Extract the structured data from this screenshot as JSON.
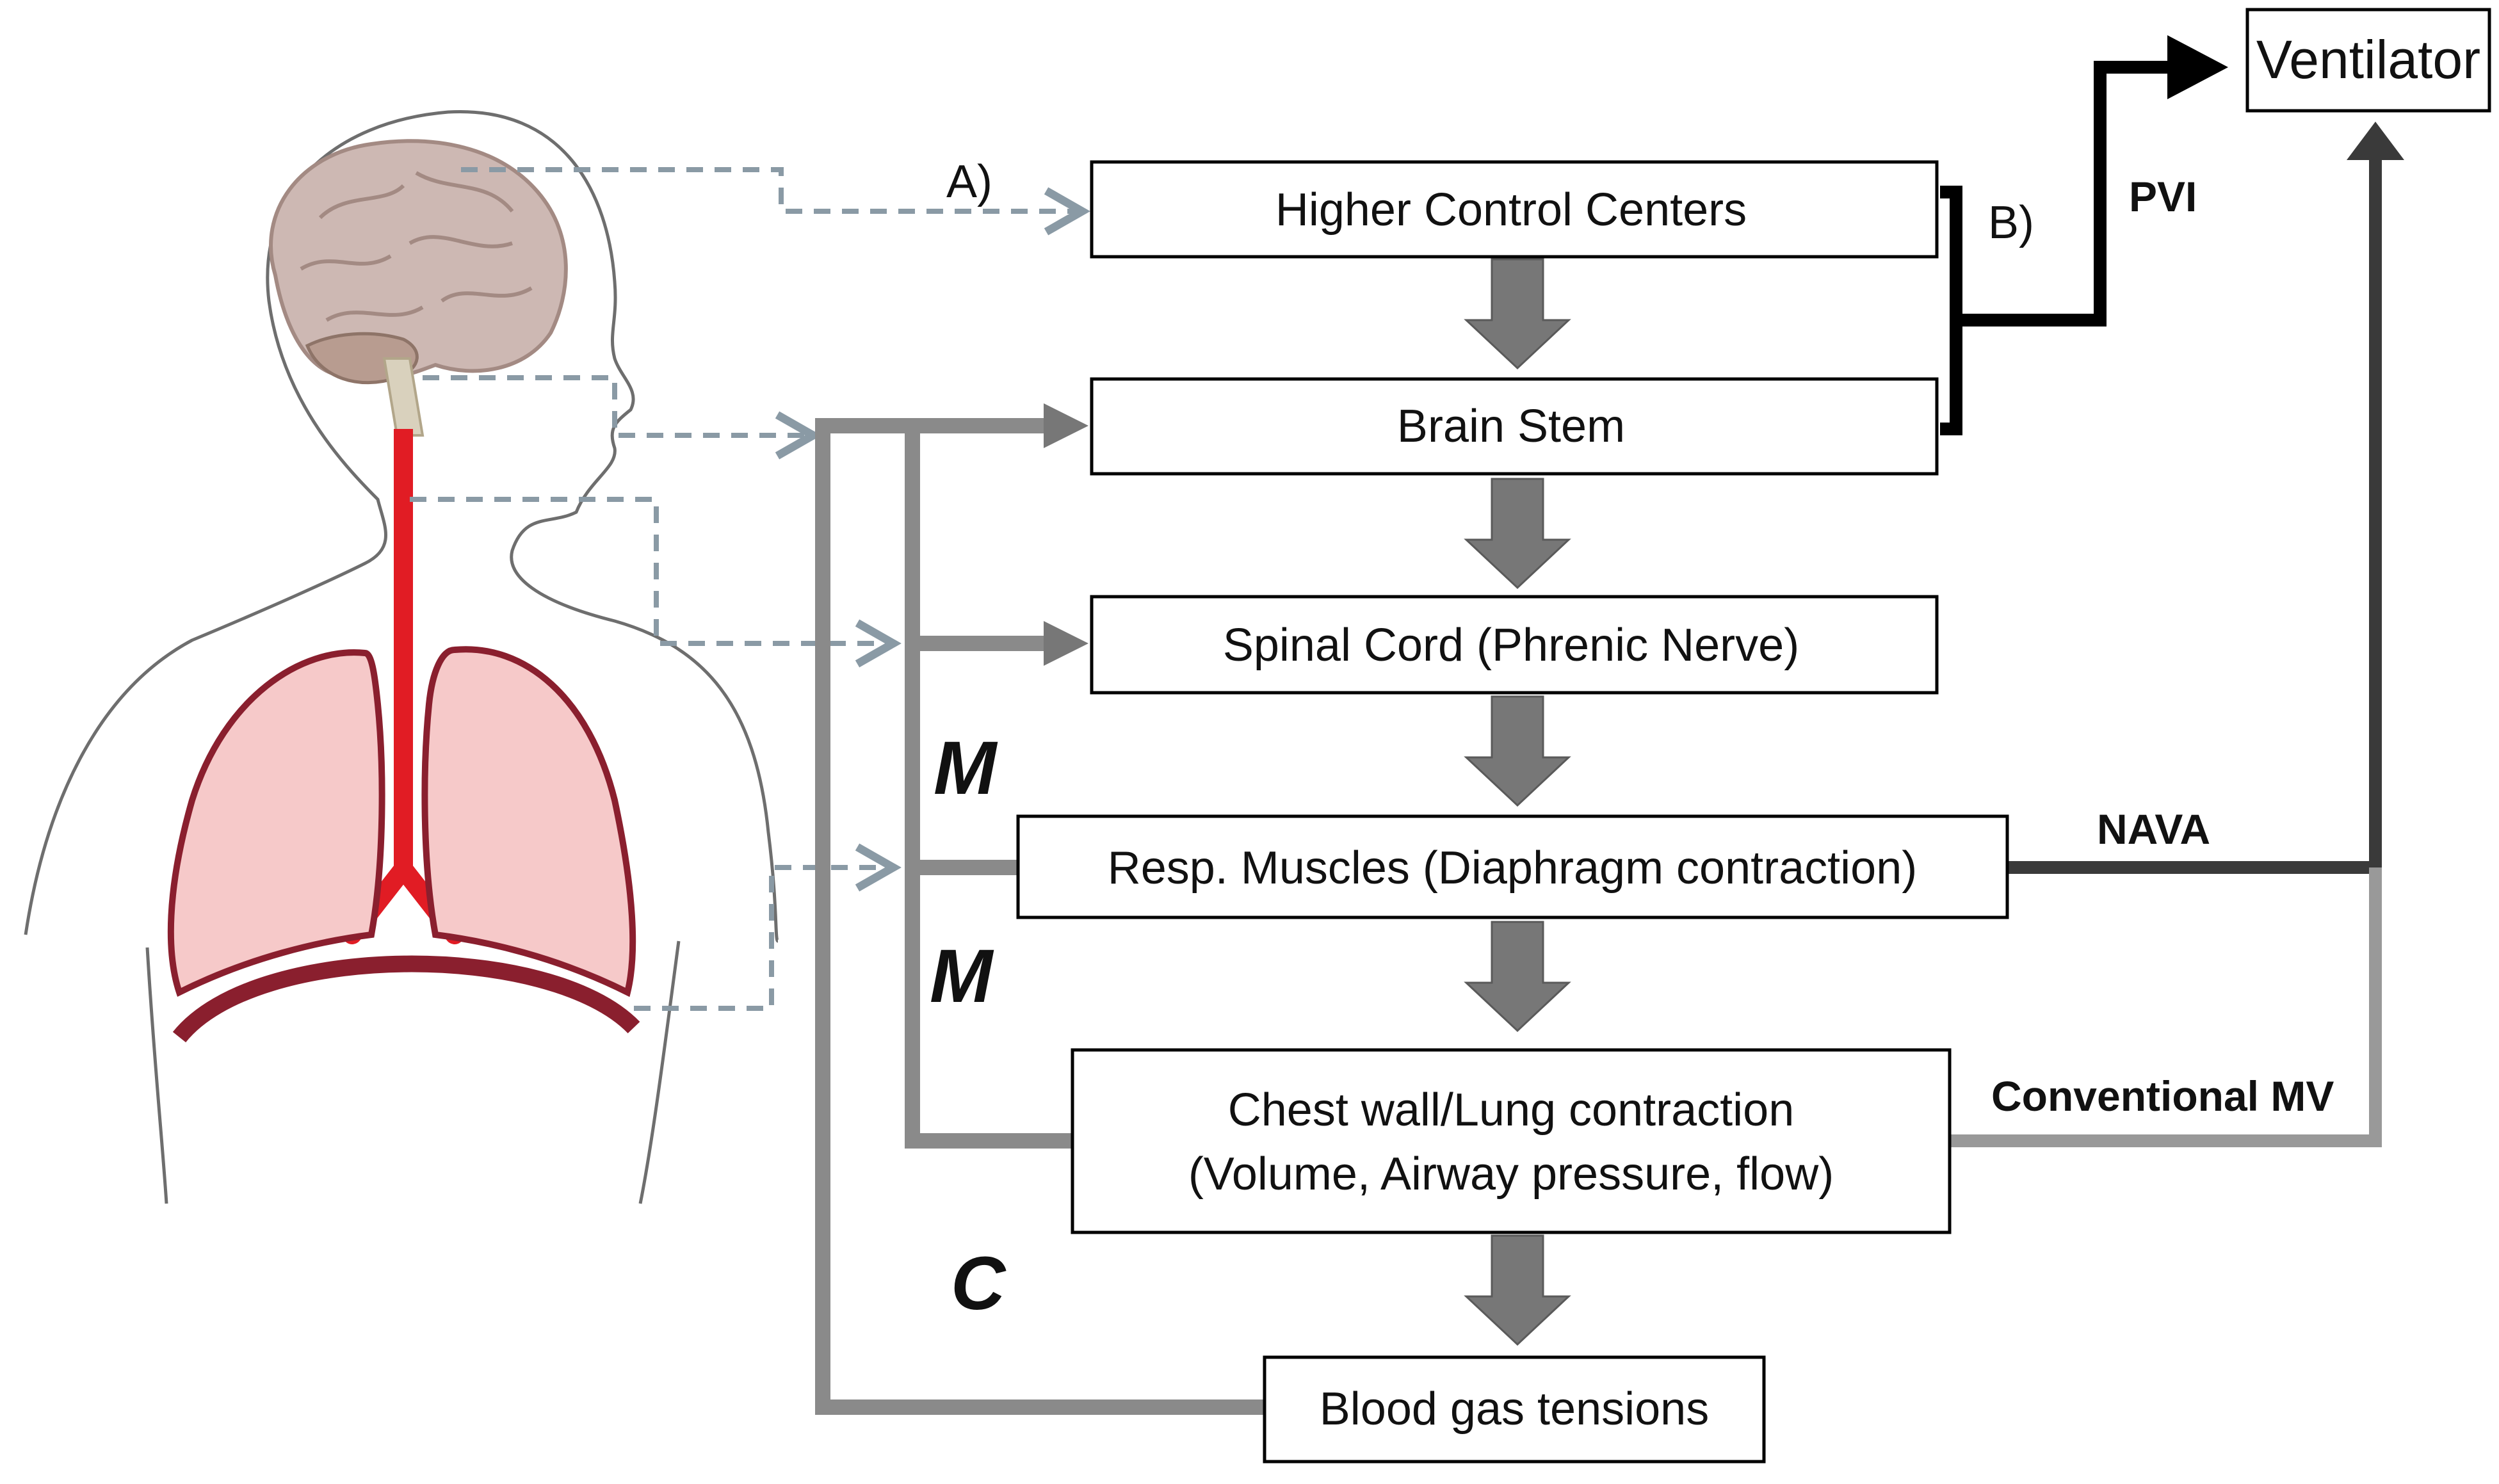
{
  "boxes": {
    "higher_control": "Higher Control Centers",
    "brain_stem": "Brain Stem",
    "spinal_cord": "Spinal Cord (Phrenic Nerve)",
    "resp_muscles": "Resp. Muscles (Diaphragm contraction)",
    "chest_line1": "Chest wall/Lung contraction",
    "chest_line2": "(Volume, Airway pressure, flow)",
    "blood_gas": "Blood gas tensions",
    "ventilator": "Ventilator"
  },
  "labels": {
    "a": "A)",
    "b": "B)",
    "pvi": "PVI",
    "nava": "NAVA",
    "conventional": "Conventional MV",
    "m1": "M",
    "m2": "M",
    "c": "C"
  },
  "colors": {
    "flow_arrow": "#777777",
    "feedback_line": "#8a8a8a",
    "dashed_leader": "#8a9aa5",
    "pvi_line": "#000000",
    "nava_line": "#3a3a3a",
    "conventional_line": "#999999",
    "skin": "#fce8e6",
    "lung_fill": "#f6c9c9",
    "lung_border": "#8a1f2e",
    "trachea": "#e11c24",
    "brain": "#cdb8b3",
    "cerebellum": "#b89c90"
  },
  "icons": {
    "body": "human-torso-outline",
    "brain": "brain-icon",
    "lungs": "lungs-icon"
  }
}
